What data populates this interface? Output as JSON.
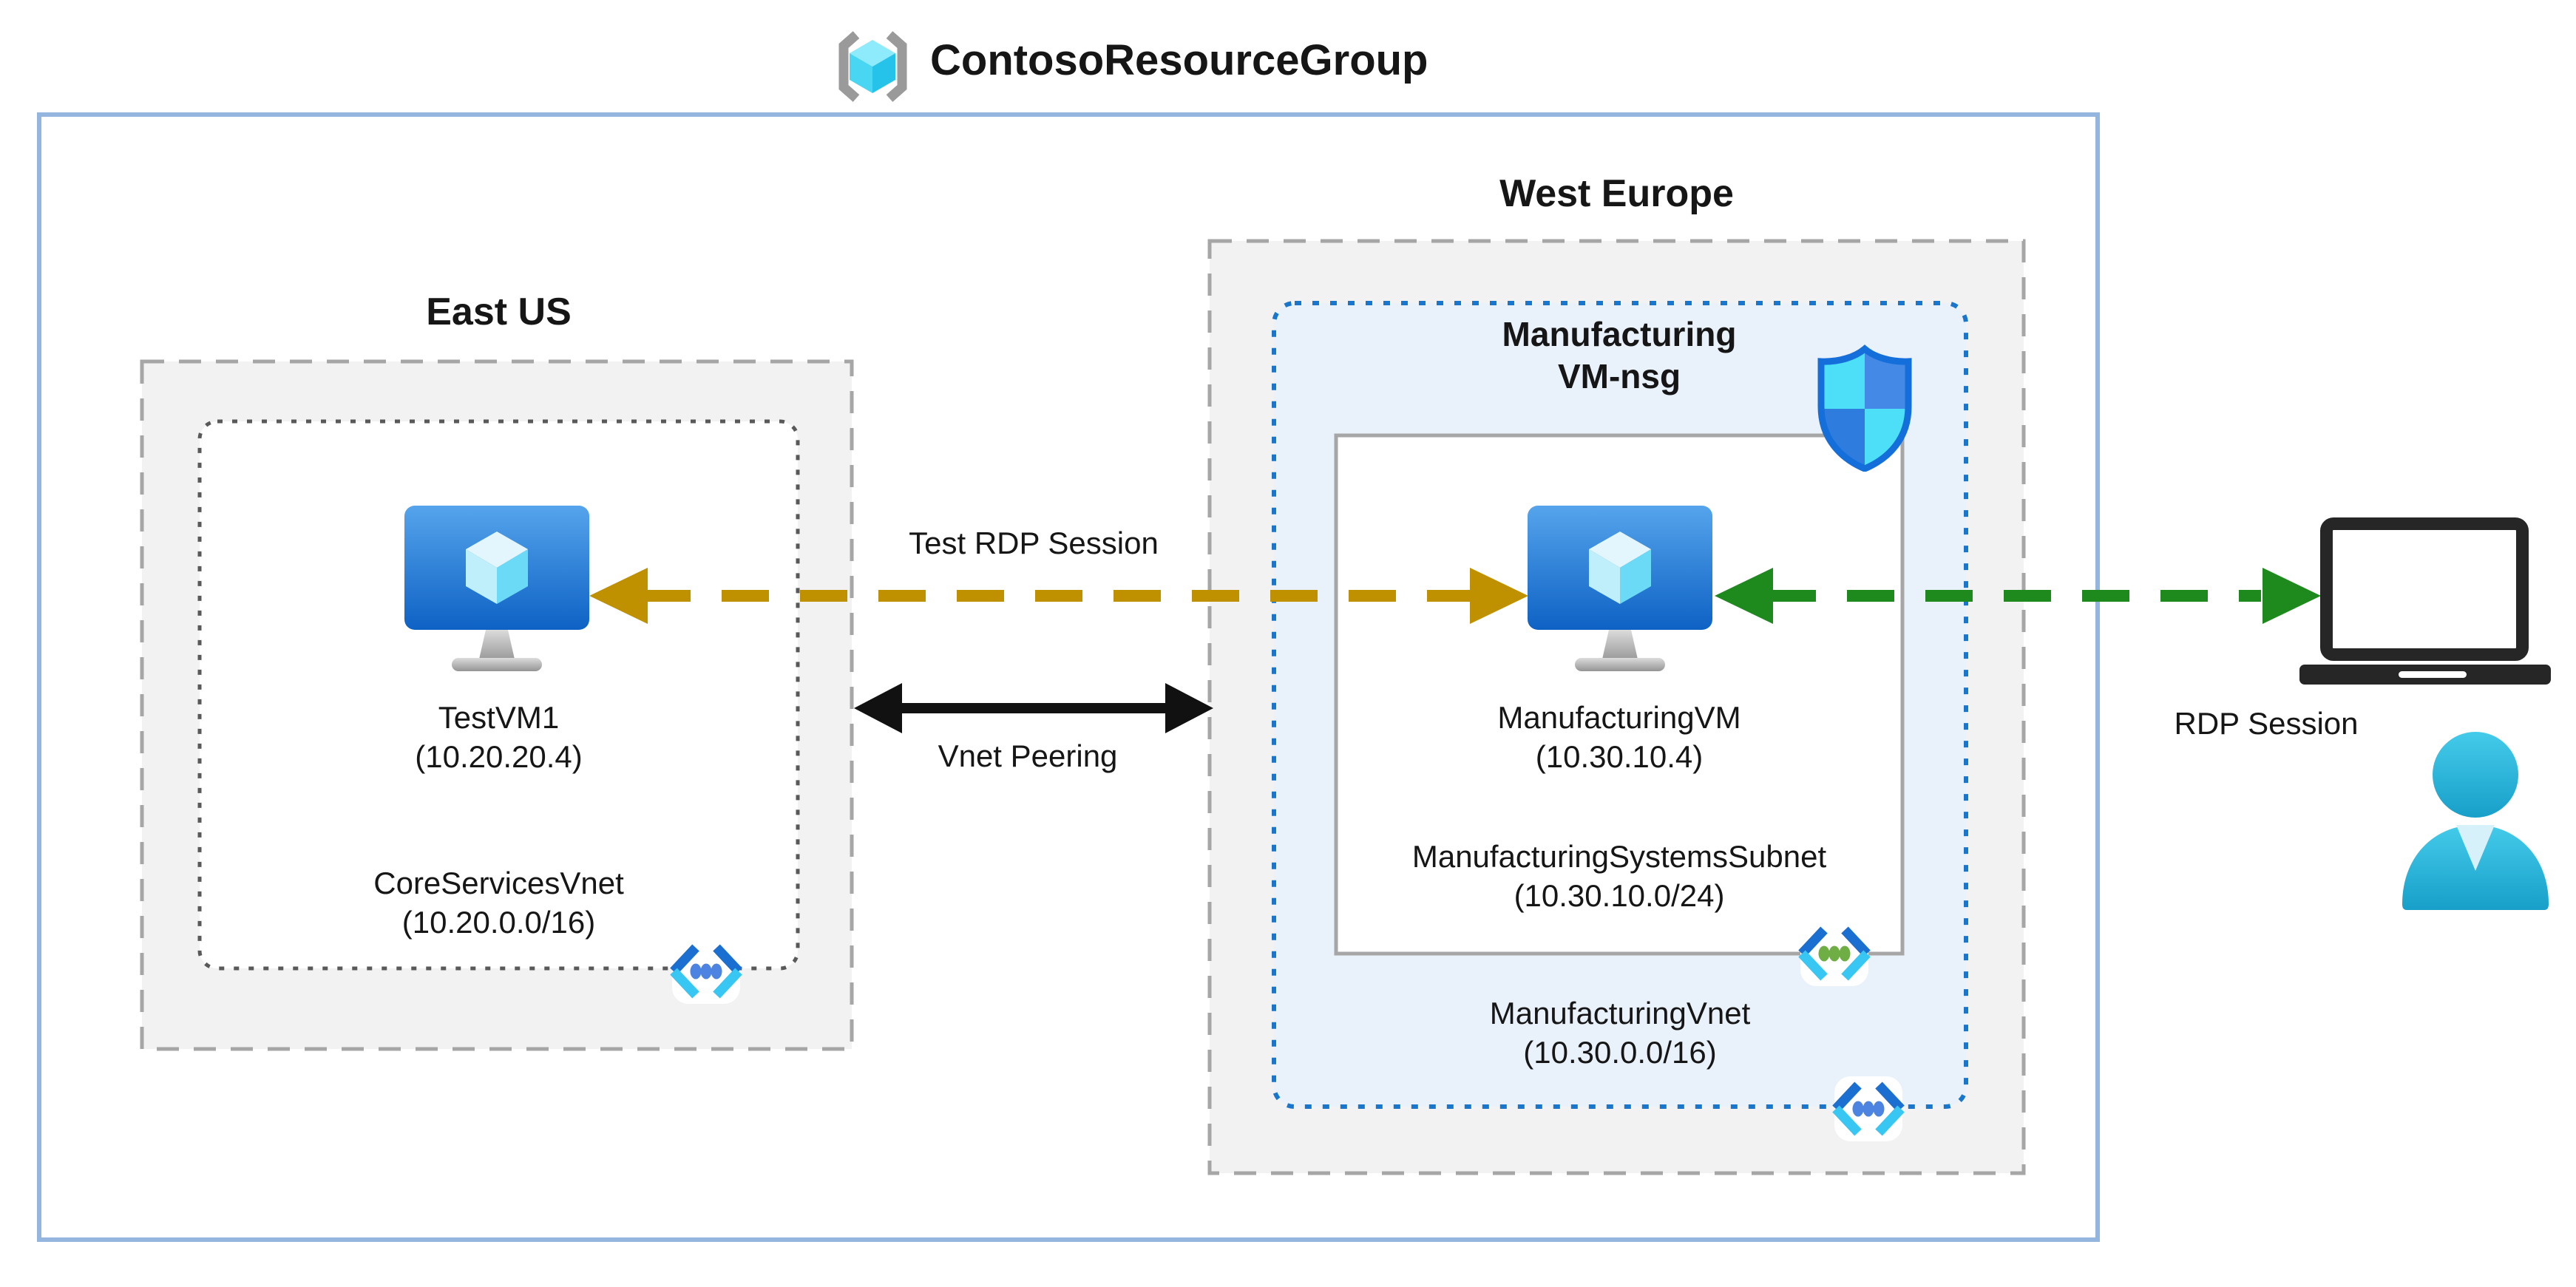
{
  "title": {
    "label": "ContosoResourceGroup"
  },
  "regions": {
    "east_us": {
      "label": "East US",
      "vm": {
        "name": "TestVM1",
        "ip": "(10.20.20.4)"
      },
      "vnet": {
        "name": "CoreServicesVnet",
        "cidr": "(10.20.0.0/16)"
      }
    },
    "west_europe": {
      "label": "West Europe",
      "nsg": {
        "line1": "Manufacturing",
        "line2": "VM-nsg"
      },
      "vm": {
        "name": "ManufacturingVM",
        "ip": "(10.30.10.4)"
      },
      "subnet": {
        "name": "ManufacturingSystemsSubnet",
        "cidr": "(10.30.10.0/24)"
      },
      "vnet": {
        "name": "ManufacturingVnet",
        "cidr": "(10.30.0.0/16)"
      }
    }
  },
  "connections": {
    "test_rdp": {
      "label": "Test RDP Session",
      "color": "#BF9000",
      "style": "dashed",
      "direction": "both"
    },
    "vnet_peering": {
      "label": "Vnet Peering",
      "color": "#111111",
      "style": "solid",
      "direction": "both"
    },
    "rdp": {
      "label": "RDP Session",
      "color": "#1E8A1E",
      "style": "dashed",
      "direction": "both"
    }
  },
  "icons": {
    "resource_group": "brackets-with-cube",
    "virtual_machine": "monitor-with-cube",
    "nsg": "defender-shield",
    "vnet": "angle-brackets-blue-dots",
    "subnet": "angle-brackets-green-dots",
    "client": "laptop",
    "user": "person"
  },
  "colors": {
    "resource_group_border": "#94B5DD",
    "region_fill": "#F2F2F2",
    "region_border": "#A6A6A6",
    "vnet_box_border": "#595959",
    "manufacturing_box_fill": "#E9F1FA",
    "manufacturing_box_border": "#1876CC",
    "subnet_box_border": "#A6A6A6",
    "gold_arrow": "#BF9000",
    "green_arrow": "#1E8A1E",
    "black_arrow": "#111111",
    "user_icon": "#2BB9DF"
  }
}
